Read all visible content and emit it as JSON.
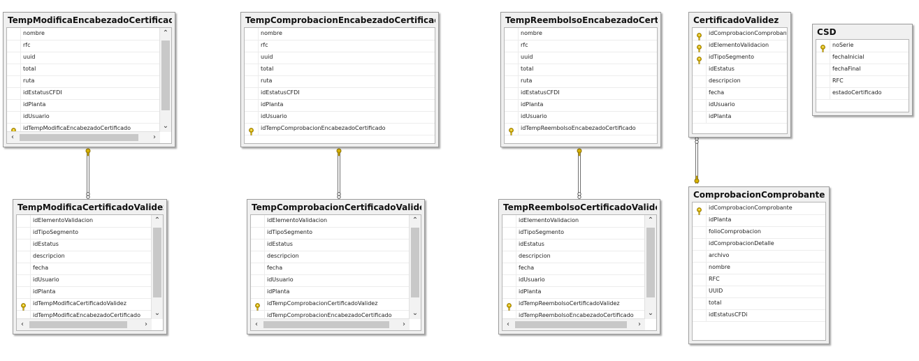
{
  "tables": [
    {
      "id": "t1",
      "name": "TempModificaEncabezadoCertificado",
      "fields": [
        {
          "name": "nombre",
          "pk": false
        },
        {
          "name": "rfc",
          "pk": false
        },
        {
          "name": "uuid",
          "pk": false
        },
        {
          "name": "total",
          "pk": false
        },
        {
          "name": "ruta",
          "pk": false
        },
        {
          "name": "idEstatusCFDI",
          "pk": false
        },
        {
          "name": "idPlanta",
          "pk": false
        },
        {
          "name": "idUsuario",
          "pk": false
        },
        {
          "name": "idTempModificaEncabezadoCertificado",
          "pk": true
        }
      ]
    },
    {
      "id": "t2",
      "name": "TempComprobacionEncabezadoCertificado",
      "fields": [
        {
          "name": "nombre",
          "pk": false
        },
        {
          "name": "rfc",
          "pk": false
        },
        {
          "name": "uuid",
          "pk": false
        },
        {
          "name": "total",
          "pk": false
        },
        {
          "name": "ruta",
          "pk": false
        },
        {
          "name": "idEstatusCFDI",
          "pk": false
        },
        {
          "name": "idPlanta",
          "pk": false
        },
        {
          "name": "idUsuario",
          "pk": false
        },
        {
          "name": "idTempComprobacionEncabezadoCertificado",
          "pk": true
        }
      ]
    },
    {
      "id": "t3",
      "name": "TempReembolsoEncabezadoCertific",
      "fields": [
        {
          "name": "nombre",
          "pk": false
        },
        {
          "name": "rfc",
          "pk": false
        },
        {
          "name": "uuid",
          "pk": false
        },
        {
          "name": "total",
          "pk": false
        },
        {
          "name": "ruta",
          "pk": false
        },
        {
          "name": "idEstatusCFDI",
          "pk": false
        },
        {
          "name": "idPlanta",
          "pk": false
        },
        {
          "name": "idUsuario",
          "pk": false
        },
        {
          "name": "idTempReembolsoEncabezadoCertificado",
          "pk": true
        }
      ]
    },
    {
      "id": "t4",
      "name": "CertificadoValidez",
      "fields": [
        {
          "name": "idComprobacionComprobante",
          "pk": true
        },
        {
          "name": "idElementoValidacion",
          "pk": true
        },
        {
          "name": "idTipoSegmento",
          "pk": true
        },
        {
          "name": "idEstatus",
          "pk": false
        },
        {
          "name": "descripcion",
          "pk": false
        },
        {
          "name": "fecha",
          "pk": false
        },
        {
          "name": "idUsuario",
          "pk": false
        },
        {
          "name": "idPlanta",
          "pk": false
        }
      ]
    },
    {
      "id": "t5",
      "name": "CSD",
      "fields": [
        {
          "name": "noSerie",
          "pk": true
        },
        {
          "name": "fechaInicial",
          "pk": false
        },
        {
          "name": "fechaFinal",
          "pk": false
        },
        {
          "name": "RFC",
          "pk": false
        },
        {
          "name": "estadoCertificado",
          "pk": false
        }
      ]
    },
    {
      "id": "t6",
      "name": "TempModificaCertificadoValidez",
      "fields": [
        {
          "name": "idElementoValidacion",
          "pk": false
        },
        {
          "name": "idTipoSegmento",
          "pk": false
        },
        {
          "name": "idEstatus",
          "pk": false
        },
        {
          "name": "descripcion",
          "pk": false
        },
        {
          "name": "fecha",
          "pk": false
        },
        {
          "name": "idUsuario",
          "pk": false
        },
        {
          "name": "idPlanta",
          "pk": false
        },
        {
          "name": "idTempModificaCertificadoValidez",
          "pk": true
        },
        {
          "name": "idTempModificaEncabezadoCertificado",
          "pk": false
        }
      ]
    },
    {
      "id": "t7",
      "name": "TempComprobacionCertificadoValidez",
      "fields": [
        {
          "name": "idElementoValidacion",
          "pk": false
        },
        {
          "name": "idTipoSegmento",
          "pk": false
        },
        {
          "name": "idEstatus",
          "pk": false
        },
        {
          "name": "descripcion",
          "pk": false
        },
        {
          "name": "fecha",
          "pk": false
        },
        {
          "name": "idUsuario",
          "pk": false
        },
        {
          "name": "idPlanta",
          "pk": false
        },
        {
          "name": "idTempComprobacionCertificadoValidez",
          "pk": true
        },
        {
          "name": "idTempComprobacionEncabezadoCertificado",
          "pk": false
        }
      ]
    },
    {
      "id": "t8",
      "name": "TempReembolsoCertificadoValidez",
      "fields": [
        {
          "name": "idElementoValidacion",
          "pk": false
        },
        {
          "name": "idTipoSegmento",
          "pk": false
        },
        {
          "name": "idEstatus",
          "pk": false
        },
        {
          "name": "descripcion",
          "pk": false
        },
        {
          "name": "fecha",
          "pk": false
        },
        {
          "name": "idUsuario",
          "pk": false
        },
        {
          "name": "idPlanta",
          "pk": false
        },
        {
          "name": "idTempReembolsoCertificadoValidez",
          "pk": true
        },
        {
          "name": "idTempReembolsoEncabezadoCertificado",
          "pk": false
        }
      ]
    },
    {
      "id": "t9",
      "name": "ComprobacionComprobante",
      "fields": [
        {
          "name": "idComprobacionComprobante",
          "pk": true
        },
        {
          "name": "idPlanta",
          "pk": false
        },
        {
          "name": "folioComprobacion",
          "pk": false
        },
        {
          "name": "idComprobacionDetalle",
          "pk": false
        },
        {
          "name": "archivo",
          "pk": false
        },
        {
          "name": "nombre",
          "pk": false
        },
        {
          "name": "RFC",
          "pk": false
        },
        {
          "name": "UUID",
          "pk": false
        },
        {
          "name": "total",
          "pk": false
        },
        {
          "name": "idEstatusCFDi",
          "pk": false
        }
      ]
    }
  ],
  "relationships": [
    {
      "from": "t1",
      "to": "t6"
    },
    {
      "from": "t2",
      "to": "t7"
    },
    {
      "from": "t3",
      "to": "t8"
    },
    {
      "from": "t9",
      "to": "t4"
    }
  ],
  "colors": {
    "key": "#d8b400",
    "key_outline": "#8a6d00",
    "link": "#6e6e6e"
  }
}
